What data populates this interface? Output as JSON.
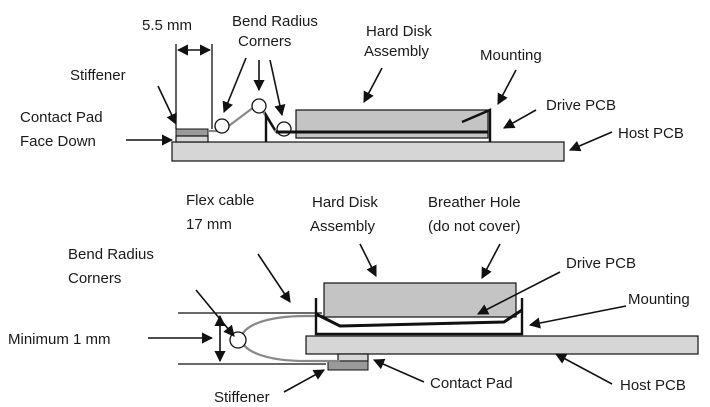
{
  "top_view": {
    "dim_label": "5.5 mm",
    "bend_label_line1": "Bend Radius",
    "bend_label_line2": "Corners",
    "hda_line1": "Hard Disk",
    "hda_line2": "Assembly",
    "mounting": "Mounting",
    "stiffener": "Stiffener",
    "drive_pcb": "Drive PCB",
    "contact_line1": "Contact Pad",
    "contact_line2": "Face Down",
    "host_pcb": "Host PCB"
  },
  "bottom_view": {
    "flex_line1": "Flex cable",
    "flex_line2": "17 mm",
    "hda_line1": "Hard Disk",
    "hda_line2": "Assembly",
    "breather_line1": "Breather Hole",
    "breather_line2": "(do not cover)",
    "bend_label_line1": "Bend Radius",
    "bend_label_line2": "Corners",
    "drive_pcb": "Drive PCB",
    "mounting": "Mounting",
    "minimum": "Minimum 1 mm",
    "contact_pad": "Contact Pad",
    "host_pcb": "Host PCB",
    "stiffener": "Stiffener"
  }
}
